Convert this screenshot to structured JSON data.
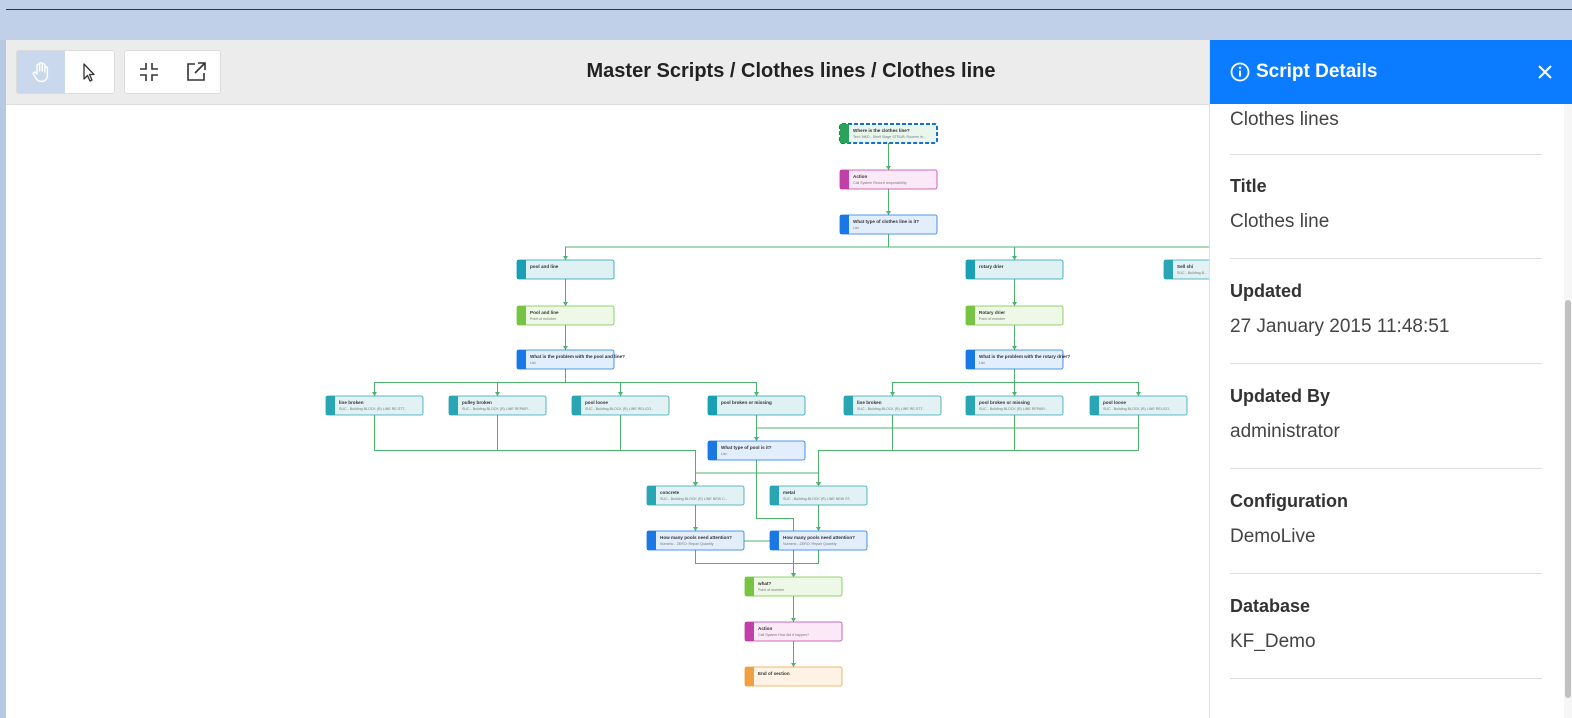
{
  "breadcrumb": "Master Scripts / Clothes lines / Clothes line",
  "toolbar": {
    "tools": [
      {
        "icon": "hand-pan-icon",
        "active": true
      },
      {
        "icon": "pointer-cursor-icon",
        "active": false
      },
      {
        "icon": "collapse-icon",
        "active": false
      },
      {
        "icon": "external-link-icon",
        "active": false
      }
    ]
  },
  "panel": {
    "title": "Script Details",
    "info_icon": "info-circle-icon",
    "close_icon": "close-icon",
    "partial_value": "Clothes lines",
    "fields": [
      {
        "label": "Title",
        "value": "Clothes line"
      },
      {
        "label": "Updated",
        "value": "27 January 2015 11:48:51"
      },
      {
        "label": "Updated By",
        "value": "administrator"
      },
      {
        "label": "Configuration",
        "value": "DemoLive"
      },
      {
        "label": "Database",
        "value": "KF_Demo"
      }
    ]
  },
  "colors": {
    "header_blue": "#0b7bff",
    "action": "#c03fa8",
    "question": "#1a78e6",
    "answer": "#1aa0b5",
    "category": "#76c442",
    "repair": "#2aa5b3",
    "end": "#f0a040"
  },
  "nodes": [
    {
      "id": "n1",
      "kind": "start",
      "title": "Where is the clothes line?",
      "sub": "Text: MKD - Shelf Stage STRUB: Roomm in..."
    },
    {
      "id": "n2",
      "kind": "action",
      "title": "Action",
      "sub": "Call System Record responsibility"
    },
    {
      "id": "n3",
      "kind": "question",
      "title": "What type of clothes line is it?",
      "sub": "List"
    },
    {
      "id": "n4",
      "kind": "answer",
      "title": "pool and line",
      "sub": ""
    },
    {
      "id": "n5",
      "kind": "answer",
      "title": "rotary drier",
      "sub": ""
    },
    {
      "id": "n6",
      "kind": "repair",
      "title": "Sell shi",
      "sub": "SUC - Building B..."
    },
    {
      "id": "n7",
      "kind": "category",
      "title": "Pool and line",
      "sub": "Point of moinber"
    },
    {
      "id": "n8",
      "kind": "category",
      "title": "Rotary drier",
      "sub": "Point of moinber"
    },
    {
      "id": "n9",
      "kind": "question",
      "title": "What is the problem with the pool and line?",
      "sub": "List"
    },
    {
      "id": "n10",
      "kind": "question",
      "title": "What is the problem with the rotary drier?",
      "sub": "List"
    },
    {
      "id": "n11",
      "kind": "repair",
      "title": "line broken",
      "sub": "SUC - Building BLOCK (R) LINE RE-STT.."
    },
    {
      "id": "n12",
      "kind": "repair",
      "title": "pulley broken",
      "sub": "SUC - Building BLOCK (R) LINE REPAIR.."
    },
    {
      "id": "n13",
      "kind": "repair",
      "title": "pool loose",
      "sub": "SUC - Building BLOCK (R) LINE REL/CO.."
    },
    {
      "id": "n14",
      "kind": "answer",
      "title": "pool broken or missing",
      "sub": ""
    },
    {
      "id": "n15",
      "kind": "repair",
      "title": "line broken",
      "sub": "SUC - Building BLOCK (R) LINE RE-STT.."
    },
    {
      "id": "n16",
      "kind": "repair",
      "title": "pool broken or missing",
      "sub": "SUC - Building BLOCK (R) LINE REPAIR.."
    },
    {
      "id": "n17",
      "kind": "repair",
      "title": "pool loose",
      "sub": "SUC - Building BLOCK (R) LINE REL/CO.."
    },
    {
      "id": "n18",
      "kind": "question",
      "title": "What type of pool is it?",
      "sub": "List"
    },
    {
      "id": "n19",
      "kind": "repair",
      "title": "concrete",
      "sub": "SUC - Building BLOCK (R) LINE NEW C.."
    },
    {
      "id": "n20",
      "kind": "repair",
      "title": "metal",
      "sub": "SUC - Building BLOCK (R) LINE NEW ST.."
    },
    {
      "id": "n21",
      "kind": "question",
      "title": "How many pools need attention?",
      "sub": "Numeric - ZERO: Repair Quantity"
    },
    {
      "id": "n22",
      "kind": "question",
      "title": "How many pools need attention?",
      "sub": "Numeric - ZERO: Repair Quantity"
    },
    {
      "id": "n23",
      "kind": "category",
      "title": "what?",
      "sub": "Point of moinber"
    },
    {
      "id": "n24",
      "kind": "action",
      "title": "Action",
      "sub": "Call System How did it happen?"
    },
    {
      "id": "n25",
      "kind": "end",
      "title": "End of section",
      "sub": ""
    }
  ]
}
